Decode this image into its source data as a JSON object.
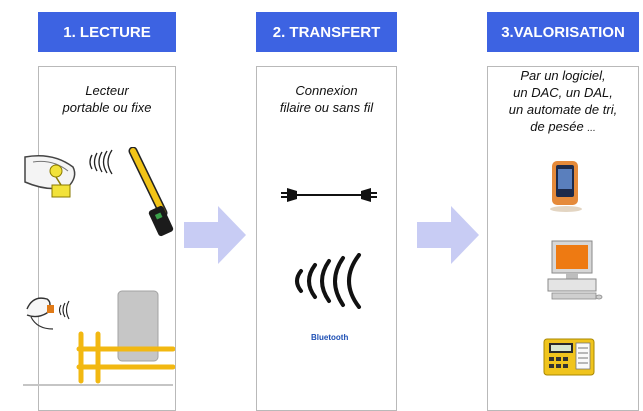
{
  "steps": [
    {
      "header": "1. LECTURE",
      "caption_lines": [
        "Lecteur",
        "portable ou fixe"
      ]
    },
    {
      "header": "2. TRANSFERT",
      "caption_lines": [
        "Connexion",
        "filaire ou sans fil"
      ],
      "badge": "Bluetooth"
    },
    {
      "header": "3.VALORISATION",
      "caption_lines": [
        "Par un logiciel,",
        "un DAC, un DAL,",
        "un automate de tri,",
        "de pesée"
      ],
      "caption_suffix": "..."
    }
  ],
  "colors": {
    "header_bg": "#3d63e2",
    "arrow": "#c8ccf4",
    "panel_border": "#b9b9b9"
  },
  "icons": [
    "cow-ear-tag-icon",
    "rfid-wand-reader-icon",
    "fixed-reader-gate-icon",
    "usb-cable-icon",
    "wireless-waves-icon",
    "pda-icon",
    "desktop-computer-icon",
    "weighing-indicator-icon"
  ]
}
